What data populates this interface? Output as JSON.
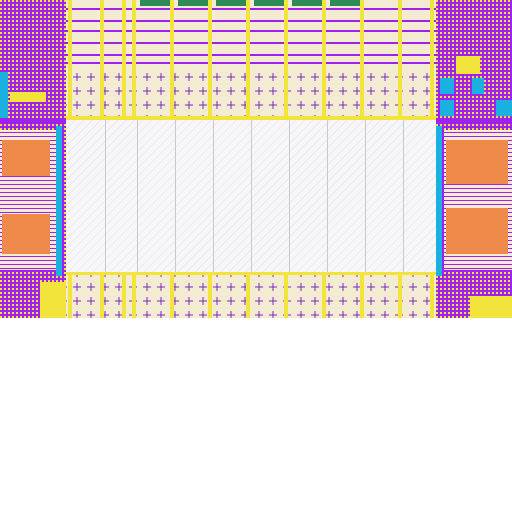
{
  "image": {
    "kind": "ic-layout-view",
    "colors": {
      "background": "#ffffff",
      "metal_purple": "#a020f0",
      "poly_yellow": "#f2e43a",
      "diffusion_orange": "#f08a4b",
      "via_cyan": "#1ab0e0",
      "implant_green": "#2e8b57",
      "well_hatch": "#d8d8e0",
      "fill_beige": "#f3ecd2",
      "cross_mark": "#7a2dbf"
    },
    "regions": {
      "left_logic_block": "dense-standard-cells",
      "right_logic_block": "dense-standard-cells",
      "center_array": "hatched-core",
      "top_band": "cross-hatched-io",
      "bottom_band": "cross-hatched-io"
    }
  }
}
